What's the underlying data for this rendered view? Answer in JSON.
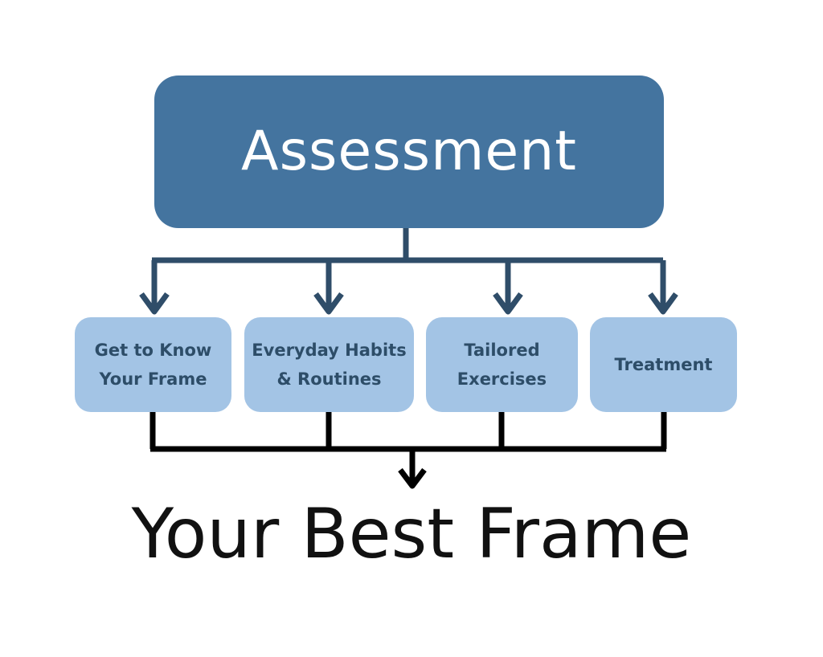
{
  "colors": {
    "top_box_fill": "#44749f",
    "sub_box_fill": "#a3c4e5",
    "sub_box_text": "#2d4d68",
    "top_connector": "#2f4d69",
    "bottom_connector": "#000000"
  },
  "diagram": {
    "top_node": {
      "label": "Assessment"
    },
    "sub_nodes": [
      {
        "label": "Get to Know\nYour Frame"
      },
      {
        "label": "Everyday Habits\n& Routines"
      },
      {
        "label": "Tailored\nExercises"
      },
      {
        "label": "Treatment"
      }
    ],
    "result_node": {
      "label": "Your Best Frame"
    }
  }
}
